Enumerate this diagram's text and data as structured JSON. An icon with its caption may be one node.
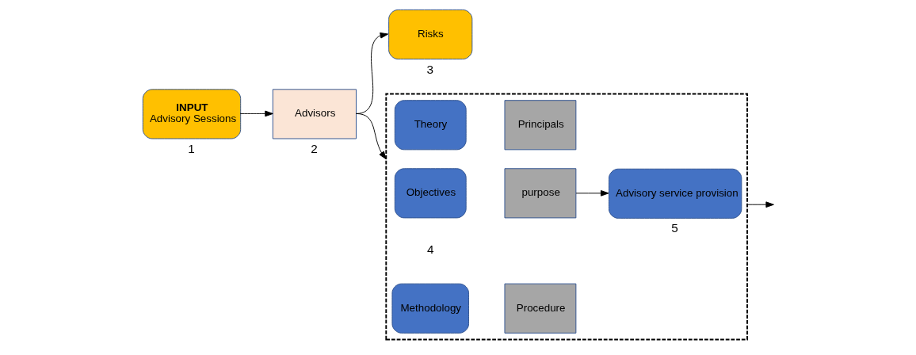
{
  "diagram": {
    "nodes": [
      {
        "text": [
          "INPUT",
          "Advisory Sessions"
        ],
        "beside": [
          "1"
        ]
      },
      {
        "text": [
          "Advisors"
        ],
        "beside": [
          "2"
        ]
      },
      {
        "text": [
          "Risks"
        ],
        "beside": [
          "3"
        ]
      },
      {
        "text": [],
        "shape": "box"
      },
      {
        "text": [
          "Theory"
        ],
        "in": 3
      },
      {
        "text": [
          "Principals"
        ],
        "in": 3
      },
      {
        "text": [
          "Objectives"
        ],
        "in": 3
      },
      {
        "text": [
          "purpose"
        ],
        "in": 3
      },
      {
        "text": [
          "Methodology"
        ],
        "in": 3
      },
      {
        "text": [
          "Procedure"
        ],
        "in": 3
      },
      {
        "text": [
          "Advisory service provision"
        ],
        "in": 3,
        "beside": [
          "5"
        ]
      }
    ],
    "edges": [
      {
        "from": 0,
        "to": 1,
        "arrow": "to"
      },
      {
        "from": 1,
        "to": 3,
        "arrow": "to"
      },
      {
        "from": 1,
        "to": 2,
        "arrow": "to"
      },
      {
        "from": 7,
        "to": 10,
        "arrow": "to"
      },
      {
        "from": 3,
        "to": null,
        "arrow": "to"
      }
    ],
    "labels": [
      "4"
    ]
  }
}
